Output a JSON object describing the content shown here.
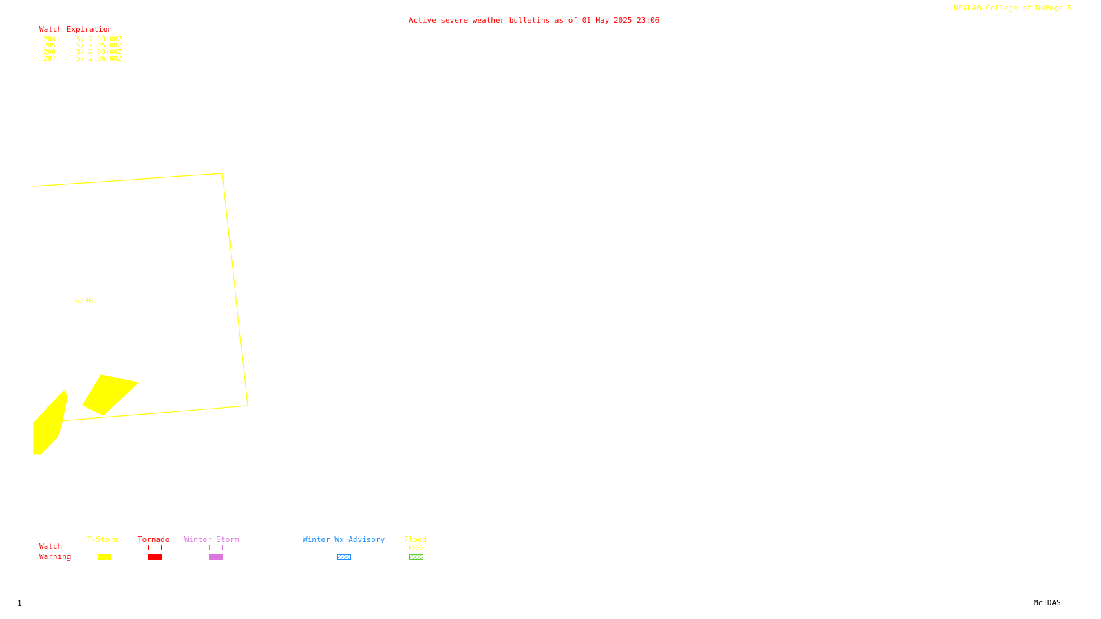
{
  "header": {
    "title": "Active severe weather bulletins as of 01 May 2025 23:06",
    "credit": "NEXLAB-College of DuPage R"
  },
  "watch_expiration": {
    "heading": "Watch Expiration",
    "rows": [
      {
        "number": "204",
        "expires": "5/ 2 03:00Z"
      },
      {
        "number": "205",
        "expires": "5/ 2 05:00Z"
      },
      {
        "number": "206",
        "expires": "5/ 2 03:00Z"
      },
      {
        "number": "207",
        "expires": "5/ 2 06:00Z"
      }
    ]
  },
  "map": {
    "watch_box_label": "S206",
    "colors": {
      "tstorm": "#ffff00",
      "tornado": "#ff0000",
      "winter_storm": "#dd77dd",
      "winter_advisory": "#1e90ff",
      "flood": "#ffff00",
      "flood_warning": "#66cc33"
    }
  },
  "legend": {
    "row_watch": "Watch",
    "row_warning": "Warning",
    "columns": [
      {
        "label": "T-Storm",
        "watch_style": "outline",
        "warning_style": "solid",
        "color": "#ffff00"
      },
      {
        "label": "Tornado",
        "watch_style": "outline",
        "warning_style": "solid",
        "color": "#ff0000"
      },
      {
        "label": "Winter Storm",
        "watch_style": "outline",
        "warning_style": "solid",
        "color": "#dd77dd"
      },
      {
        "label": "Winter Wx Advisory",
        "watch_style": "none",
        "warning_style": "hatched",
        "color": "#1e90ff"
      },
      {
        "label": "Flood",
        "watch_style": "hatched",
        "warning_style": "hatched",
        "color": "#ffff00"
      }
    ]
  },
  "footer": {
    "frame_number": "1",
    "software": "McIDAS"
  }
}
